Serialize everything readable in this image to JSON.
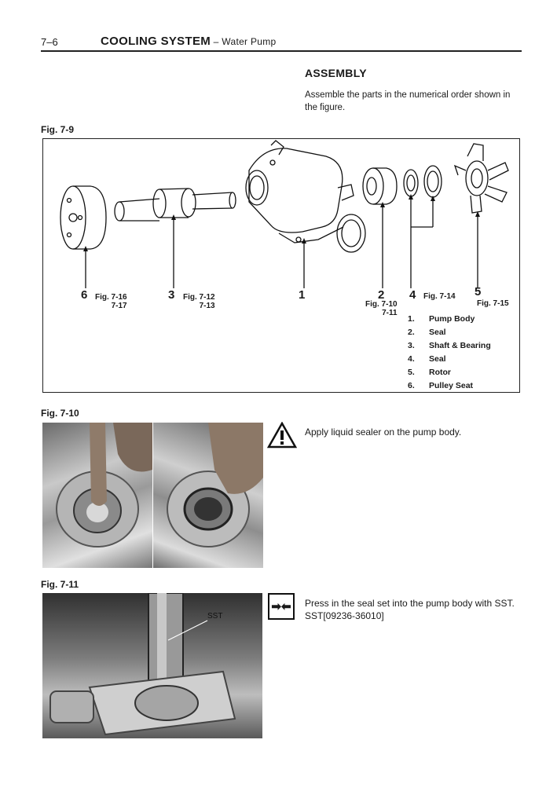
{
  "header": {
    "page_number": "7–6",
    "title": "COOLING SYSTEM",
    "subtitle": " – Water Pump"
  },
  "assembly": {
    "heading": "ASSEMBLY",
    "text": "Assemble the parts in the numerical order shown in the figure."
  },
  "fig79": {
    "label": "Fig. 7-9",
    "callouts": [
      {
        "num": "6",
        "ref": "Fig. 7-16\n7-17"
      },
      {
        "num": "3",
        "ref": "Fig. 7-12\n7-13"
      },
      {
        "num": "1",
        "ref": ""
      },
      {
        "num": "2",
        "ref": "Fig. 7-10\n7-11"
      },
      {
        "num": "4",
        "ref": "Fig. 7-14"
      },
      {
        "num": "5",
        "ref": "Fig. 7-15"
      }
    ],
    "legend": [
      {
        "num": "1.",
        "label": "Pump Body"
      },
      {
        "num": "2.",
        "label": "Seal"
      },
      {
        "num": "3.",
        "label": "Shaft & Bearing"
      },
      {
        "num": "4.",
        "label": "Seal"
      },
      {
        "num": "5.",
        "label": "Rotor"
      },
      {
        "num": "6.",
        "label": "Pulley Seat"
      }
    ]
  },
  "fig710": {
    "label": "Fig. 7-10",
    "instruction": "Apply liquid sealer on the pump body.",
    "icon": "caution-triangle-icon"
  },
  "fig711": {
    "label": "Fig. 7-11",
    "photo_tag": "SST",
    "instruction": "Press in the seal set into the pump body with SST.",
    "tool": "SST[09236-36010]",
    "icon": "press-in-icon"
  }
}
